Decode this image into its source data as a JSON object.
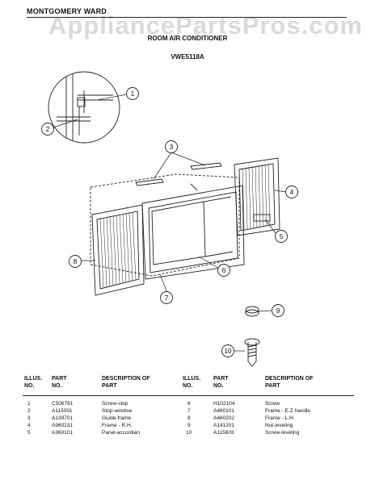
{
  "header": {
    "brand": "MONTGOMERY WARD",
    "watermark": "AppliancePartsPros.com",
    "title": "ROOM AIR CONDITIONER",
    "model": "VWE5118A"
  },
  "callouts": [
    "1",
    "2",
    "3",
    "4",
    "5",
    "6",
    "7",
    "8",
    "9",
    "10"
  ],
  "table": {
    "headers": {
      "illus": "ILLUS. NO.",
      "part": "PART NO.",
      "desc": "DESCRIPTION OF PART"
    },
    "left": [
      {
        "n": "1",
        "part": "C506761",
        "desc": "Screw-stop"
      },
      {
        "n": "2",
        "part": "A115001",
        "desc": "Stop-window"
      },
      {
        "n": "3",
        "part": "A139701",
        "desc": "Guide-frame"
      },
      {
        "n": "4",
        "part": "A960231",
        "desc": "Frame - R.H."
      },
      {
        "n": "5",
        "part": "A360101",
        "desc": "Panel-accordian"
      }
    ],
    "right": [
      {
        "n": "6",
        "part": "H102104",
        "desc": "Screw"
      },
      {
        "n": "7",
        "part": "A460101",
        "desc": "Frame - E.Z handle"
      },
      {
        "n": "8",
        "part": "A460202",
        "desc": "Frame - L.H."
      },
      {
        "n": "9",
        "part": "A141201",
        "desc": "Nut-leveling"
      },
      {
        "n": "10",
        "part": "A115603",
        "desc": "Screw-leveling"
      }
    ]
  }
}
